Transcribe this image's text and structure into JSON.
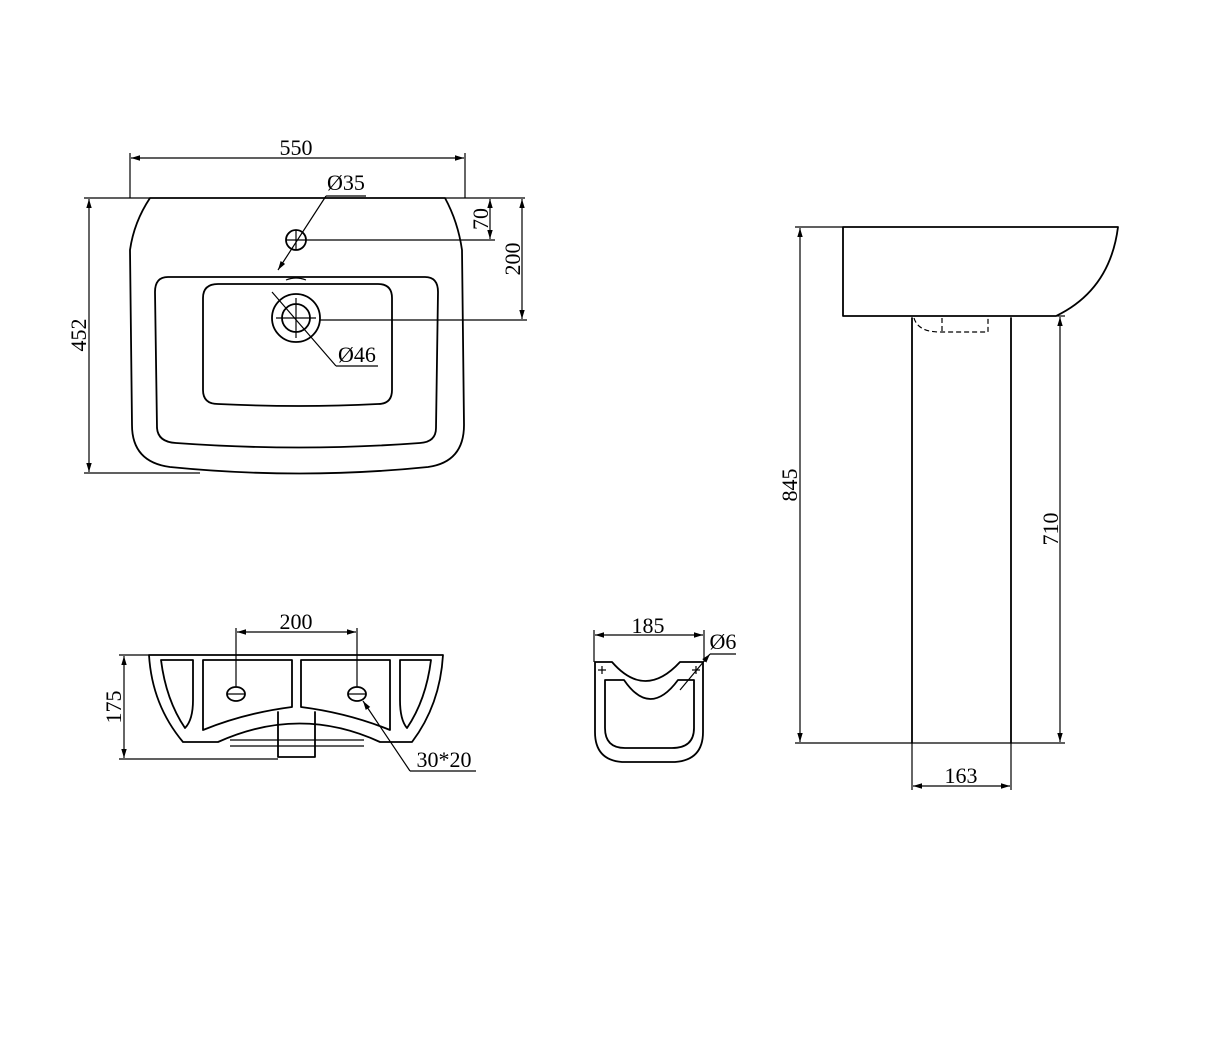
{
  "drawing": {
    "labels": {
      "top_width": "550",
      "top_depth": "452",
      "tap_hole_dia": "Ø35",
      "tap_hole_offset": "70",
      "waste_offset": "200",
      "waste_dia": "Ø46",
      "bottom_fixing_spacing": "200",
      "bottom_height": "175",
      "fixing_slot": "30*20",
      "pedestal_top_width": "185",
      "pedestal_fixing_dia": "Ø6",
      "overall_height": "845",
      "pedestal_height": "710",
      "pedestal_width": "163"
    }
  }
}
